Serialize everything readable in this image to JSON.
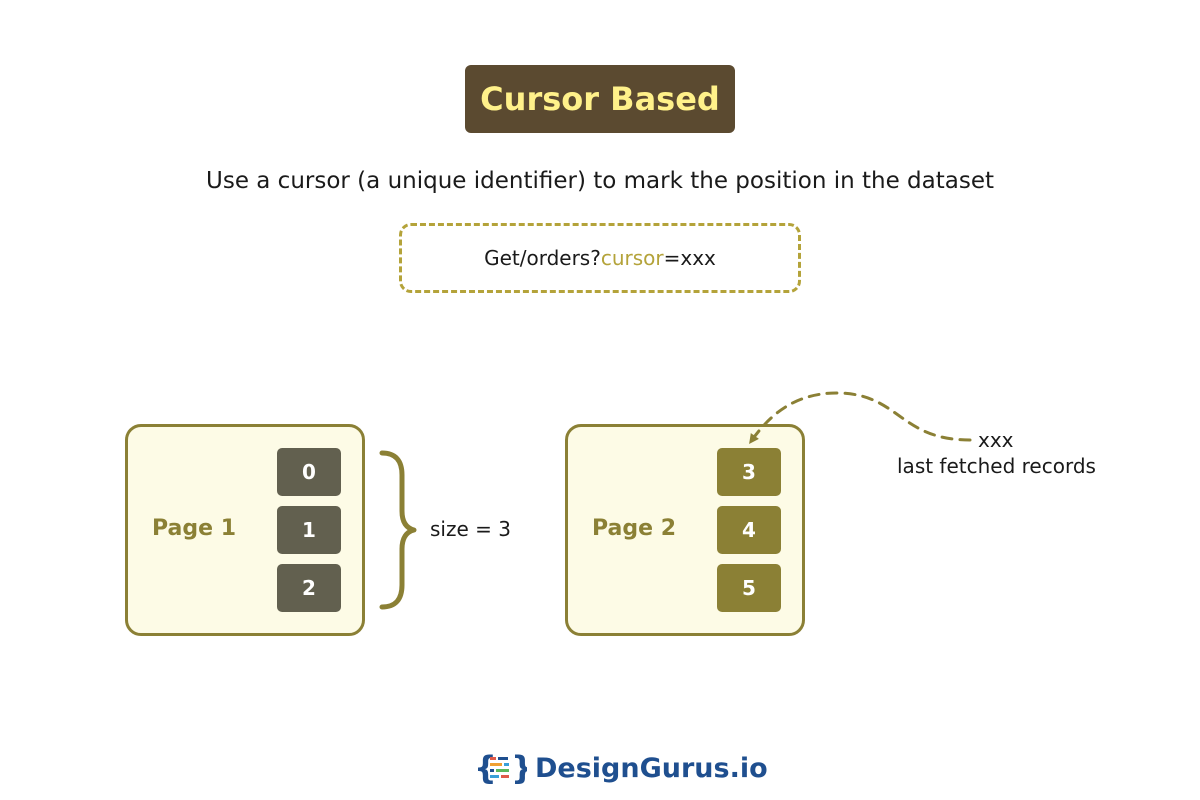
{
  "title": "Cursor Based",
  "subtitle": "Use a cursor (a unique identifier) to mark the position in the dataset",
  "query": {
    "prefix": "Get/orders?",
    "param": "cursor",
    "suffix": "=xxx"
  },
  "pages": [
    {
      "label": "Page 1",
      "records": [
        "0",
        "1",
        "2"
      ]
    },
    {
      "label": "Page 2",
      "records": [
        "3",
        "4",
        "5"
      ]
    }
  ],
  "size_label": "size = 3",
  "annotation": {
    "cursor_value": "xxx",
    "description": "last fetched records"
  },
  "logo": {
    "text": "DesignGurus.io",
    "icon": "code-braces-logo-icon"
  },
  "colors": {
    "title_bg": "#5b4a30",
    "title_text": "#fff18a",
    "accent_olive": "#8b8035",
    "dashed_border": "#b4a33a",
    "record_gray": "#62604f",
    "card_bg": "#fdfbe6",
    "logo_blue": "#1f4f8f"
  }
}
